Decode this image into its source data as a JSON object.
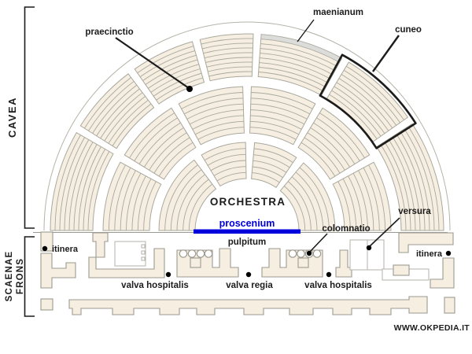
{
  "diagram": {
    "type": "roman-theater-plan",
    "side_labels": {
      "cavea": "CAVEA",
      "scaenae_frons": [
        "SCAENAE",
        "FRONS"
      ]
    },
    "labels": {
      "praecinctio": "praecinctio",
      "maenianum": "maenianum",
      "cuneo": "cuneo",
      "orchestra": "ORCHESTRA",
      "proscenium": "proscenium",
      "pulpitum": "pulpitum",
      "colomnatio": "colomnatio",
      "versura": "versura",
      "itinera_left": "itinera",
      "itinera_right": "itinera",
      "valva_hospitalis_left": "valva hospitalis",
      "valva_regia": "valva regia",
      "valva_hospitalis_right": "valva hospitalis"
    },
    "watermark": "WWW.OKPEDIA.IT",
    "colors": {
      "seat_fill": "#f6eee1",
      "seat_stroke": "#a9a89d",
      "walkway": "#ffffff",
      "outer_ring_stroke": "#b5b4aa",
      "maenianum_band_fill": "#dcdcda",
      "maenianum_band_stroke": "#b0afa6",
      "cuneo_outline": "#1c1c1c",
      "stage_fill": "#f6eee1",
      "stage_stroke": "#9b9a90",
      "room_outline": "#b3b2a8",
      "label_color": "#1c1c1c",
      "proscenium_blue": "#0000dd",
      "dot_color": "#000000"
    },
    "structure": {
      "tiers": [
        {
          "rows": 6,
          "wedges": 4
        },
        {
          "rows": 8,
          "wedges": 6
        },
        {
          "rows": 9,
          "wedges": 7
        }
      ],
      "columns_per_group": 4,
      "column_groups": 2
    }
  }
}
